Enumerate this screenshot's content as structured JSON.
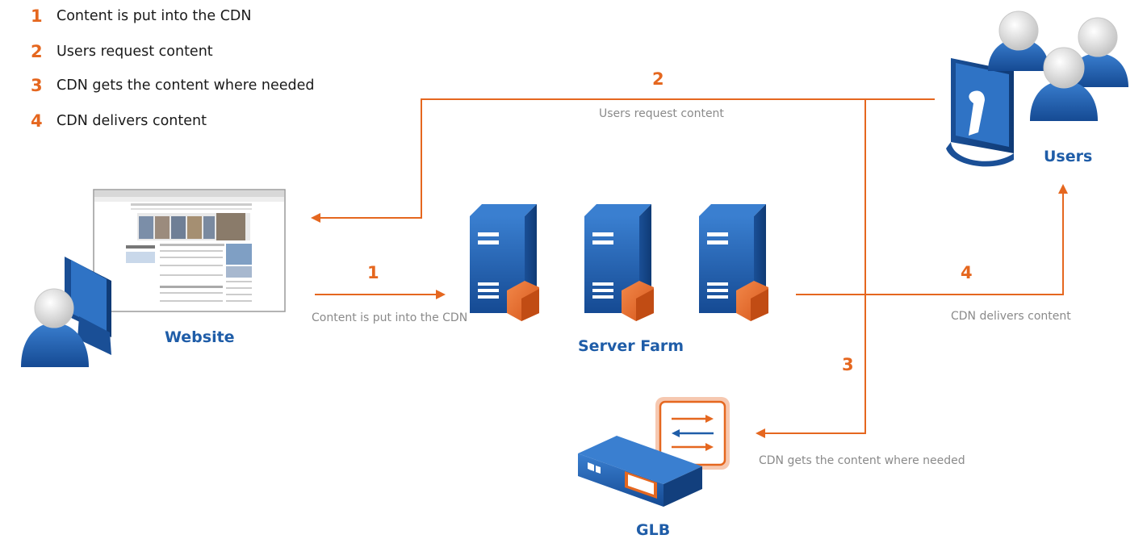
{
  "legend": [
    {
      "num": "1",
      "text": "Content is put into the CDN"
    },
    {
      "num": "2",
      "text": "Users request content"
    },
    {
      "num": "3",
      "text": "CDN gets the content where needed"
    },
    {
      "num": "4",
      "text": "CDN delivers content"
    }
  ],
  "nodes": {
    "website": "Website",
    "server_farm": "Server Farm",
    "users": "Users",
    "glb": "GLB"
  },
  "connections": {
    "step1": {
      "num": "1",
      "label": "Content is put into the CDN"
    },
    "step2": {
      "num": "2",
      "label": "Users request content"
    },
    "step3": {
      "num": "3",
      "label": "CDN gets the content where needed"
    },
    "step4": {
      "num": "4",
      "label": "CDN delivers content"
    }
  },
  "colors": {
    "accent": "#e5671f",
    "icon_blue": "#1f5da8",
    "label_blue": "#1f5da8",
    "caption_gray": "#8a8a8a"
  }
}
